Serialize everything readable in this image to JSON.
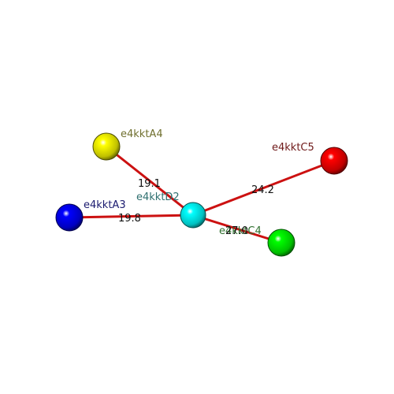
{
  "nodes": [
    {
      "id": "D2",
      "label": "e4kktD2",
      "color": "#00ffff",
      "label_color": "#2e6f6f"
    },
    {
      "id": "A4",
      "label": "e4kktA4",
      "color": "#ffff00",
      "label_color": "#6f6f2e"
    },
    {
      "id": "A3",
      "label": "e4kktA3",
      "color": "#0000ff",
      "label_color": "#1a1a6f"
    },
    {
      "id": "C5",
      "label": "e4kktC5",
      "color": "#ff0000",
      "label_color": "#6f1a1a"
    },
    {
      "id": "C4",
      "label": "e4kktC4",
      "color": "#00ff00",
      "label_color": "#2e6f2e"
    }
  ],
  "edges": [
    {
      "from": "D2",
      "to": "A4",
      "label": "19.1"
    },
    {
      "from": "D2",
      "to": "A3",
      "label": "19.8"
    },
    {
      "from": "D2",
      "to": "C5",
      "label": "24.2"
    },
    {
      "from": "D2",
      "to": "C4",
      "label": "27.0"
    }
  ],
  "edge_color": "#cc1111"
}
